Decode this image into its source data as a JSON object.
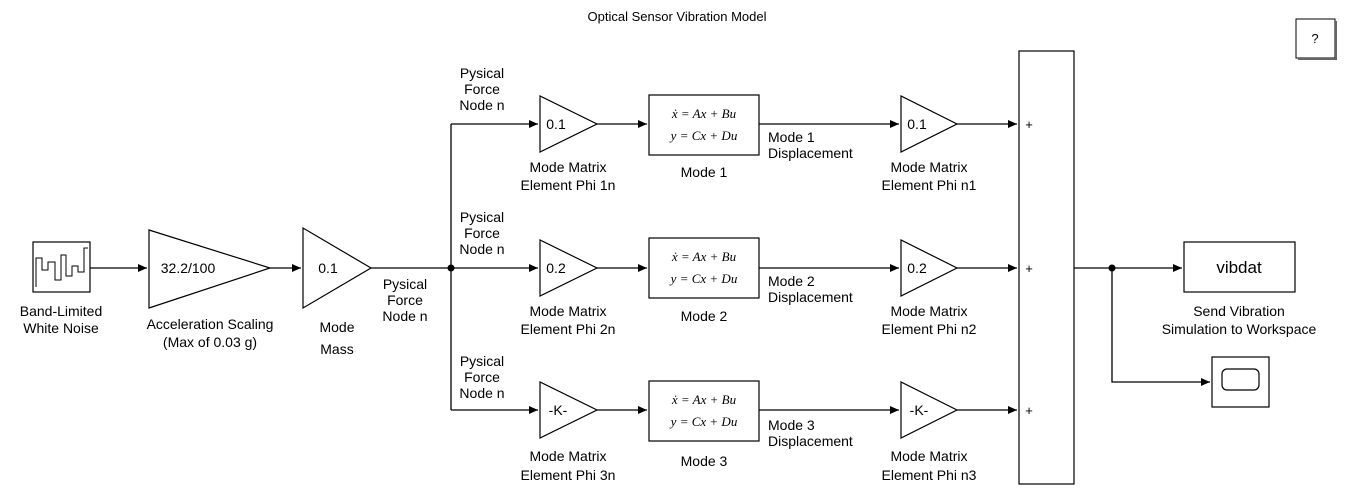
{
  "title": "Optical Sensor Vibration Model",
  "help_label": "?",
  "noise": {
    "label_line1": "Band-Limited",
    "label_line2": "White Noise"
  },
  "scaling": {
    "value": "32.2/100",
    "label_line1": "Acceleration Scaling",
    "label_line2": "(Max of 0.03 g)"
  },
  "mass": {
    "value": "0.1",
    "label_line1": "Mode",
    "label_line2": "Mass"
  },
  "force_label": {
    "line1": "Pysical",
    "line2": "Force",
    "line3": "Node n"
  },
  "modes": [
    {
      "gain_in": "0.1",
      "gain_in_l1": "Mode Matrix",
      "gain_in_l2": "Element Phi 1n",
      "ss_l1": "ẋ = Ax + Bu",
      "ss_l2": "y = Cx + Du",
      "ss_label": "Mode 1",
      "disp_l1": "Mode 1",
      "disp_l2": "Displacement",
      "gain_out": "0.1",
      "gain_out_l1": "Mode Matrix",
      "gain_out_l2": "Element Phi  n1"
    },
    {
      "gain_in": "0.2",
      "gain_in_l1": "Mode Matrix",
      "gain_in_l2": "Element Phi 2n",
      "ss_l1": "ẋ = Ax + Bu",
      "ss_l2": "y = Cx + Du",
      "ss_label": "Mode 2",
      "disp_l1": "Mode 2",
      "disp_l2": "Displacement",
      "gain_out": "0.2",
      "gain_out_l1": "Mode Matrix",
      "gain_out_l2": "Element Phi  n2"
    },
    {
      "gain_in": "-K-",
      "gain_in_l1": "Mode Matrix",
      "gain_in_l2": "Element Phi 3n",
      "ss_l1": "ẋ = Ax + Bu",
      "ss_l2": "y = Cx + Du",
      "ss_label": "Mode 3",
      "disp_l1": "Mode 3",
      "disp_l2": "Displacement",
      "gain_out": "-K-",
      "gain_out_l1": "Mode Matrix",
      "gain_out_l2": "Element Phi  n3"
    }
  ],
  "sum_signs": [
    "+",
    "+",
    "+"
  ],
  "workspace": {
    "value": "vibdat",
    "label_line1": "Send Vibration",
    "label_line2": "Simulation to Workspace"
  }
}
